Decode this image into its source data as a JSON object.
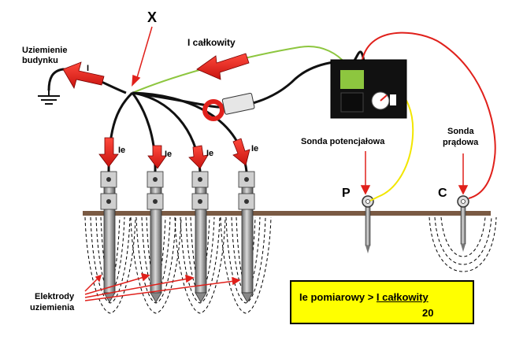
{
  "labels": {
    "x_marker": "X",
    "building_ground_line1": "Uziemienie",
    "building_ground_line2": "budynku",
    "arrow_i": "I",
    "i_total": "I całkowity",
    "ie": "Ie",
    "potential_probe": "Sonda potencjałowa",
    "current_probe_line1": "Sonda",
    "current_probe_line2": "prądowa",
    "p": "P",
    "c": "C",
    "electrodes_line1": "Elektrody",
    "electrodes_line2": "uziemienia"
  },
  "equation": {
    "left": "Ie pomiarowy >",
    "numerator": "I całkowity",
    "denominator": "20"
  },
  "colors": {
    "arrow_red": "#e0201b",
    "wire_green": "#8dc63f",
    "wire_yellow": "#f2e600",
    "wire_red": "#e0201b",
    "ground": "#7a5a43",
    "box_yellow": "#ffff00"
  }
}
